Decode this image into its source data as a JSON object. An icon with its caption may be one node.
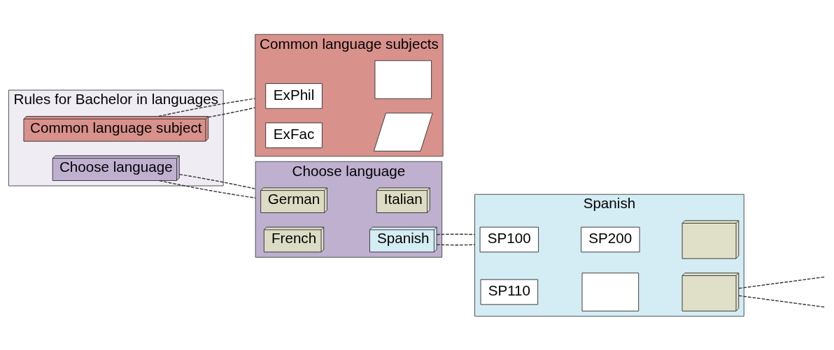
{
  "diagram": {
    "nodes": [
      {
        "text": [
          "Rules for Bachelor in languages"
        ]
      },
      {
        "text": [
          "Common language subject"
        ],
        "in": 0
      },
      {
        "text": [
          "Choose language"
        ],
        "in": 0
      },
      {
        "text": [
          "Common language subjects"
        ]
      },
      {
        "text": [
          "ExPhil"
        ],
        "in": 3
      },
      {
        "text": [],
        "shape": "table",
        "in": 3
      },
      {
        "text": [
          "ExFac"
        ],
        "in": 3
      },
      {
        "text": [],
        "shape": "parallelogram",
        "in": 3
      },
      {
        "text": [
          "Choose language"
        ]
      },
      {
        "text": [
          "German"
        ],
        "in": 8
      },
      {
        "text": [
          "Italian"
        ],
        "in": 8
      },
      {
        "text": [
          "French"
        ],
        "in": 8
      },
      {
        "text": [
          "Spanish"
        ],
        "in": 8
      },
      {
        "text": [
          "Spanish"
        ]
      },
      {
        "text": [
          "SP100"
        ],
        "in": 13
      },
      {
        "text": [
          "SP200"
        ],
        "in": 13
      },
      {
        "text": [],
        "shape": "cube",
        "in": 13
      },
      {
        "text": [
          "SP110"
        ],
        "in": 13
      },
      {
        "text": [],
        "shape": "table",
        "in": 13
      },
      {
        "text": [],
        "shape": "cube",
        "in": 13
      }
    ],
    "edges": [
      {
        "from": 1,
        "to": 3,
        "arrow": "none",
        "style": "dashed"
      },
      {
        "from": 1,
        "to": 3,
        "arrow": "none",
        "style": "dashed"
      },
      {
        "from": 2,
        "to": 8,
        "arrow": "none",
        "style": "dashed"
      },
      {
        "from": 2,
        "to": 8,
        "arrow": "none",
        "style": "dashed"
      },
      {
        "from": 12,
        "to": 13,
        "arrow": "none",
        "style": "dashed"
      },
      {
        "from": 12,
        "to": 13,
        "arrow": "none",
        "style": "dashed"
      },
      {
        "from": 19,
        "to": null,
        "arrow": "none",
        "style": "dashed"
      },
      {
        "from": 19,
        "to": null,
        "arrow": "none",
        "style": "dashed"
      }
    ]
  }
}
